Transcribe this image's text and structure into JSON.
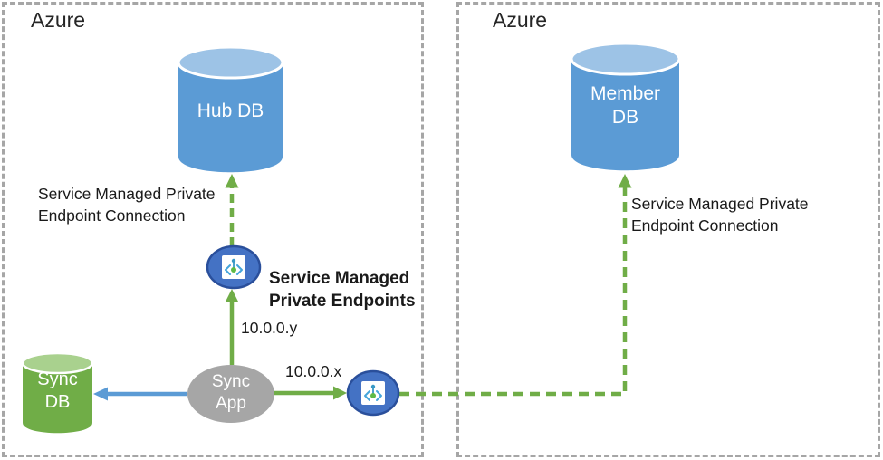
{
  "regions": {
    "left": {
      "label": "Azure"
    },
    "right": {
      "label": "Azure"
    }
  },
  "nodes": {
    "hub_db": {
      "label": "Hub DB"
    },
    "member_db": {
      "label": "Member\nDB"
    },
    "sync_db": {
      "label": "Sync\nDB"
    },
    "sync_app": {
      "label": "Sync\nApp"
    }
  },
  "annotations": {
    "left_connection": "Service Managed Private Endpoint Connection",
    "right_connection": "Service Managed Private Endpoint Connection",
    "endpoints_title": "Service Managed Private Endpoints",
    "ip_to_hub": "10.0.0.y",
    "ip_to_member": "10.0.0.x"
  },
  "icons": {
    "private_endpoint_1": "private-endpoint-icon",
    "private_endpoint_2": "private-endpoint-icon"
  },
  "colors": {
    "green": "#70AD47",
    "green_light": "#A9D18E",
    "blue": "#5B9BD5",
    "blue_light": "#9DC3E6",
    "gray": "#A6A6A6",
    "endpoint_fill": "#4472C4",
    "endpoint_stroke": "#2A4F9B",
    "icon_blue": "#3999C6",
    "icon_green": "#5FBA46",
    "box_border": "#A6A6A6"
  }
}
